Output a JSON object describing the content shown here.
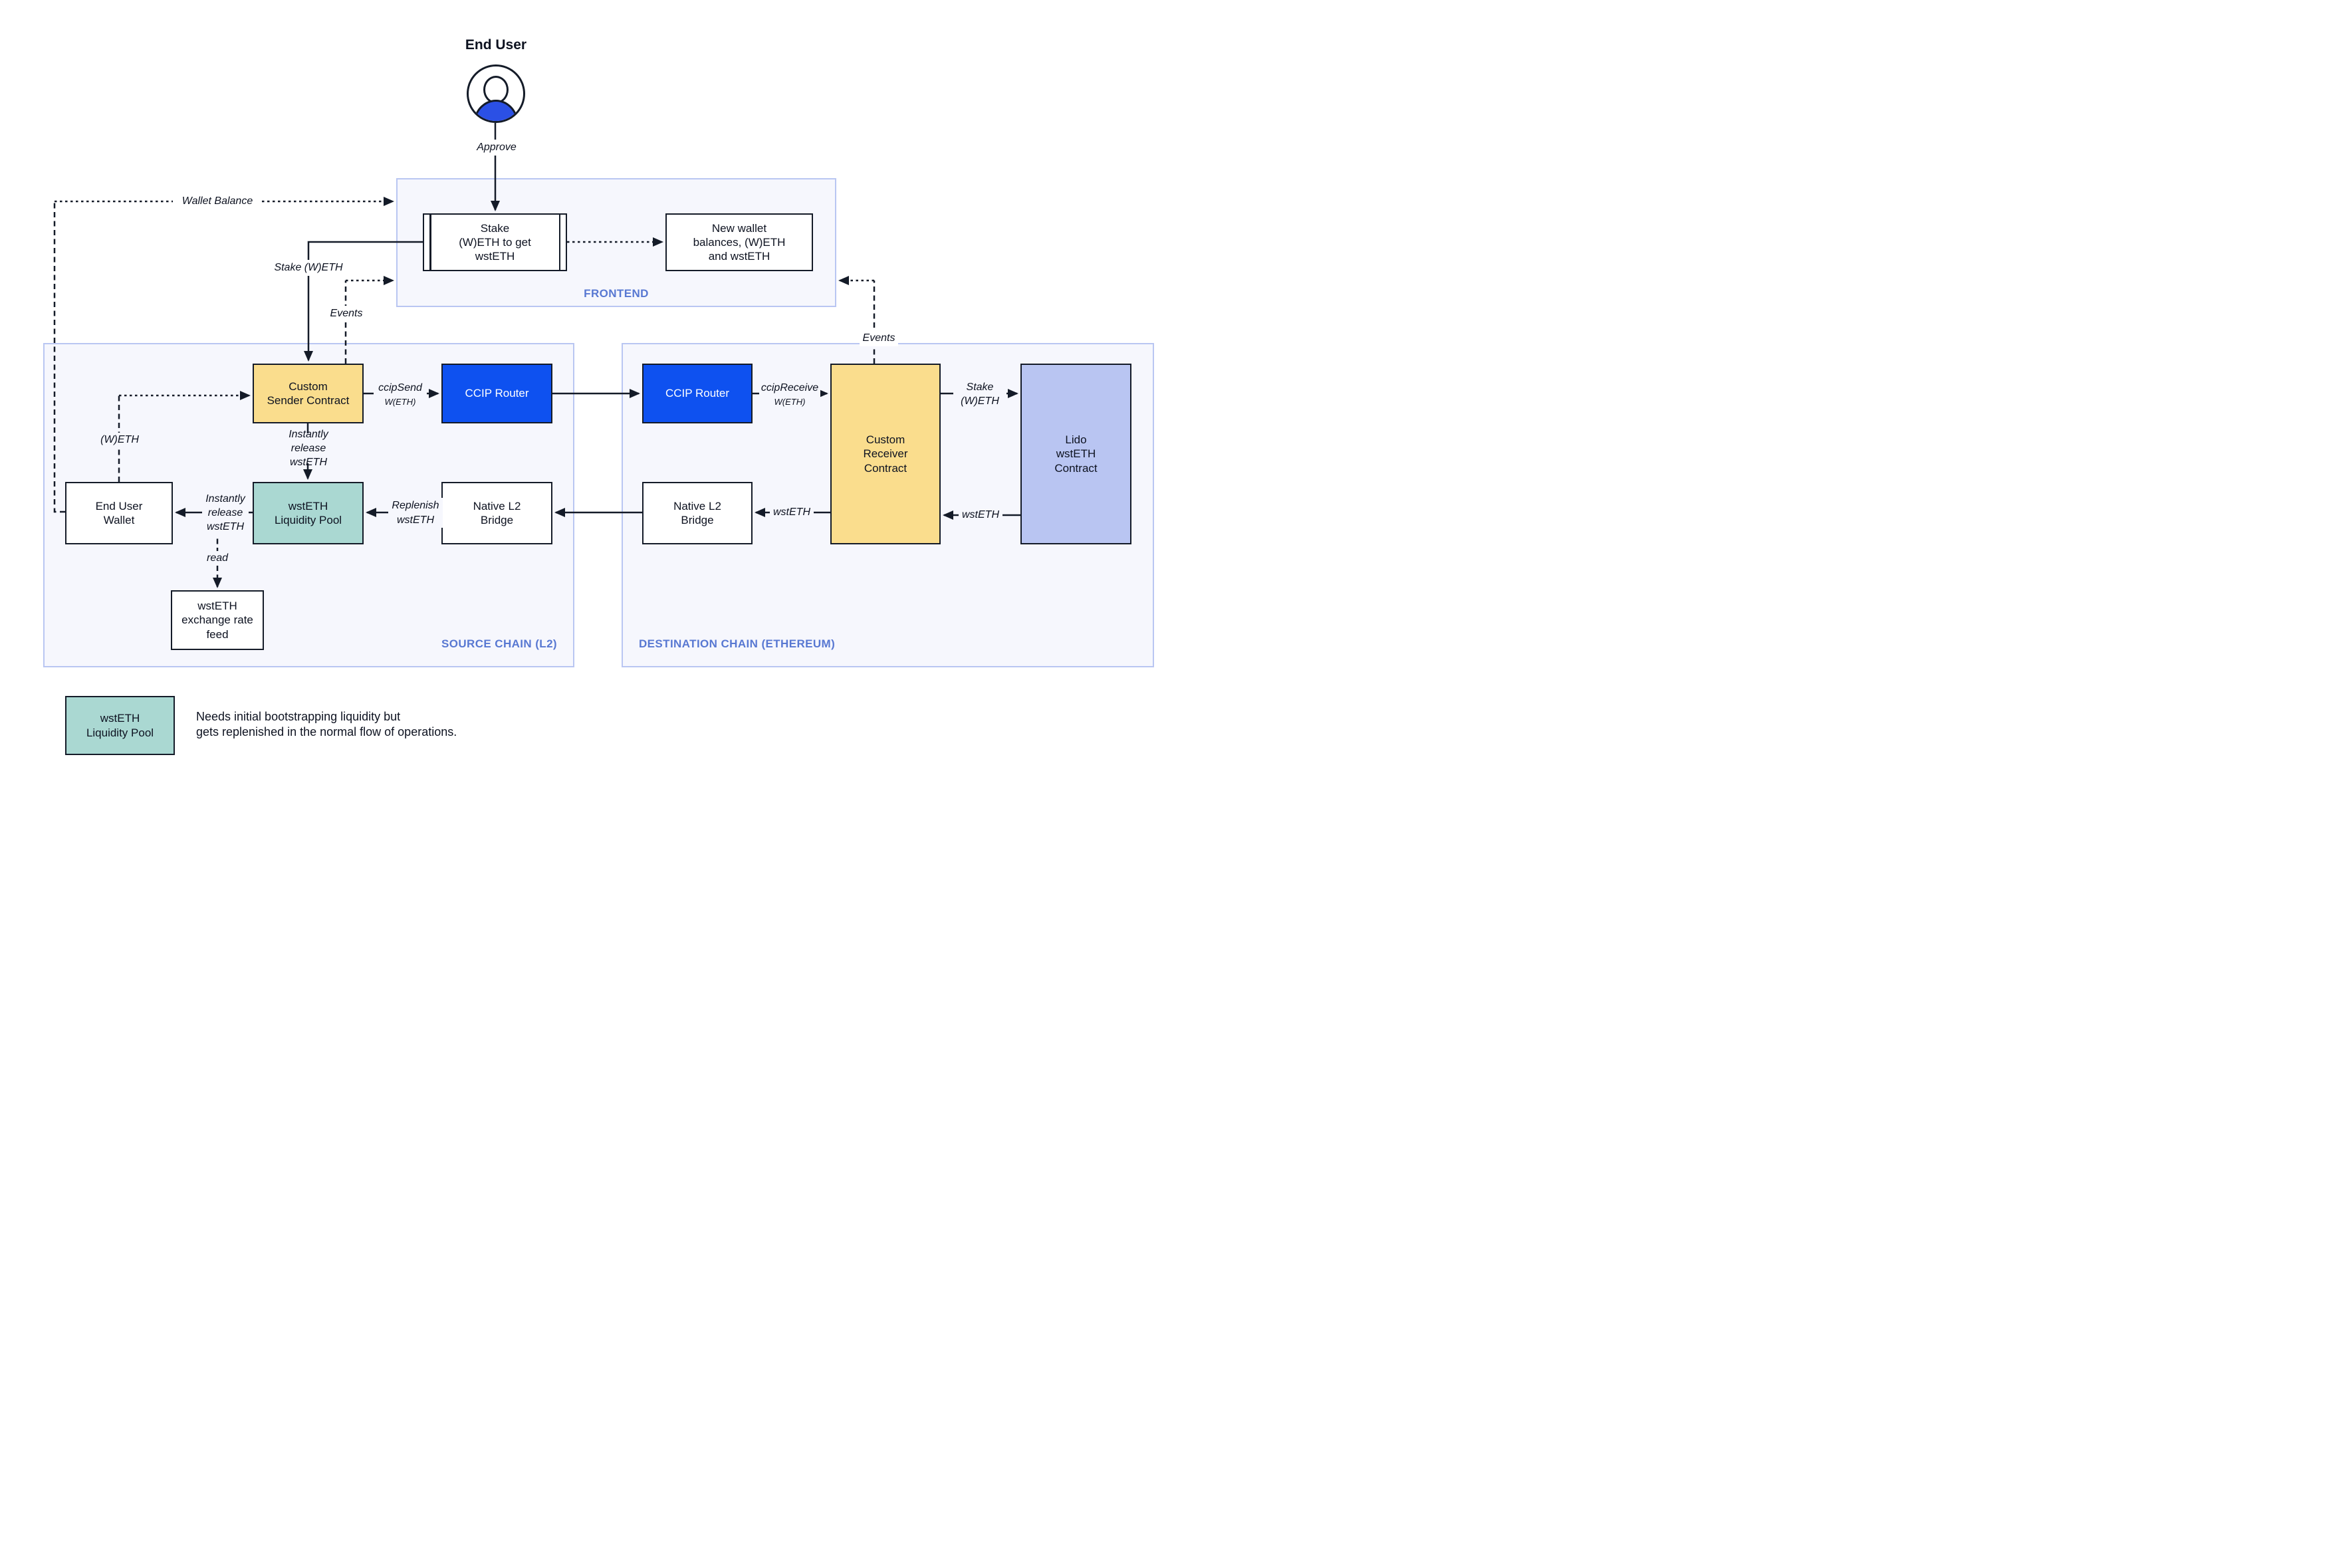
{
  "title": "End User",
  "colors": {
    "line_dark": "#141b28",
    "text_dark": "#0d1220",
    "region_bg": "#f6f7fd",
    "region_border": "#b9c6f2",
    "region_label": "#5878d2",
    "router_blue": "#0e51f0",
    "person_blue": "#2b50e5",
    "box_yellow": "#fadd8d",
    "box_teal": "#aad8d2",
    "box_lavender": "#b9c5f2",
    "canvas_bg": "#ffffff"
  },
  "regions": {
    "frontend": {
      "label": "FRONTEND"
    },
    "source": {
      "label": "SOURCE CHAIN (L2)"
    },
    "destination": {
      "label": "DESTINATION CHAIN (ETHEREUM)"
    }
  },
  "nodes": {
    "stake_widget": {
      "label": "Stake\n(W)ETH to get\nwstETH"
    },
    "new_wallet": {
      "label": "New wallet\nbalances, (W)ETH\nand wstETH"
    },
    "custom_sender": {
      "label": "Custom\nSender Contract"
    },
    "ccip_router_source": {
      "label": "CCIP Router"
    },
    "ccip_router_dest": {
      "label": "CCIP Router"
    },
    "custom_receiver": {
      "label": "Custom\nReceiver\nContract"
    },
    "lido_contract": {
      "label": "Lido\nwstETH\nContract"
    },
    "end_user_wallet": {
      "label": "End User\nWallet"
    },
    "liquidity_pool": {
      "label": "wstETH\nLiquidity Pool"
    },
    "native_bridge_source": {
      "label": "Native L2\nBridge"
    },
    "native_bridge_dest": {
      "label": "Native L2\nBridge"
    },
    "exchange_rate_feed": {
      "label": "wstETH\nexchange rate\nfeed"
    }
  },
  "edges": {
    "approve": "Approve",
    "wallet_balance": "Wallet Balance",
    "stake_weth_left": "Stake (W)ETH",
    "events_left": "Events",
    "events_right": "Events",
    "ccip_send": "ccipSend",
    "ccip_send_sub": "W(ETH)",
    "ccip_receive": "ccipReceive",
    "ccip_receive_sub": "W(ETH)",
    "stake_weth_right": "Stake\n(W)ETH",
    "weth": "(W)ETH",
    "instantly_release_v": "Instantly release\nwstETH",
    "instantly_release_h": "Instantly\nrelease\nwstETH",
    "replenish": "Replenish\nwstETH",
    "wsteth_to_bridge": "wstETH",
    "wsteth_from_lido": "wstETH",
    "read": "read"
  },
  "legend": {
    "box_label": "wstETH\nLiquidity Pool",
    "note": "Needs initial bootstrapping liquidity but\ngets replenished in the normal flow of operations."
  }
}
